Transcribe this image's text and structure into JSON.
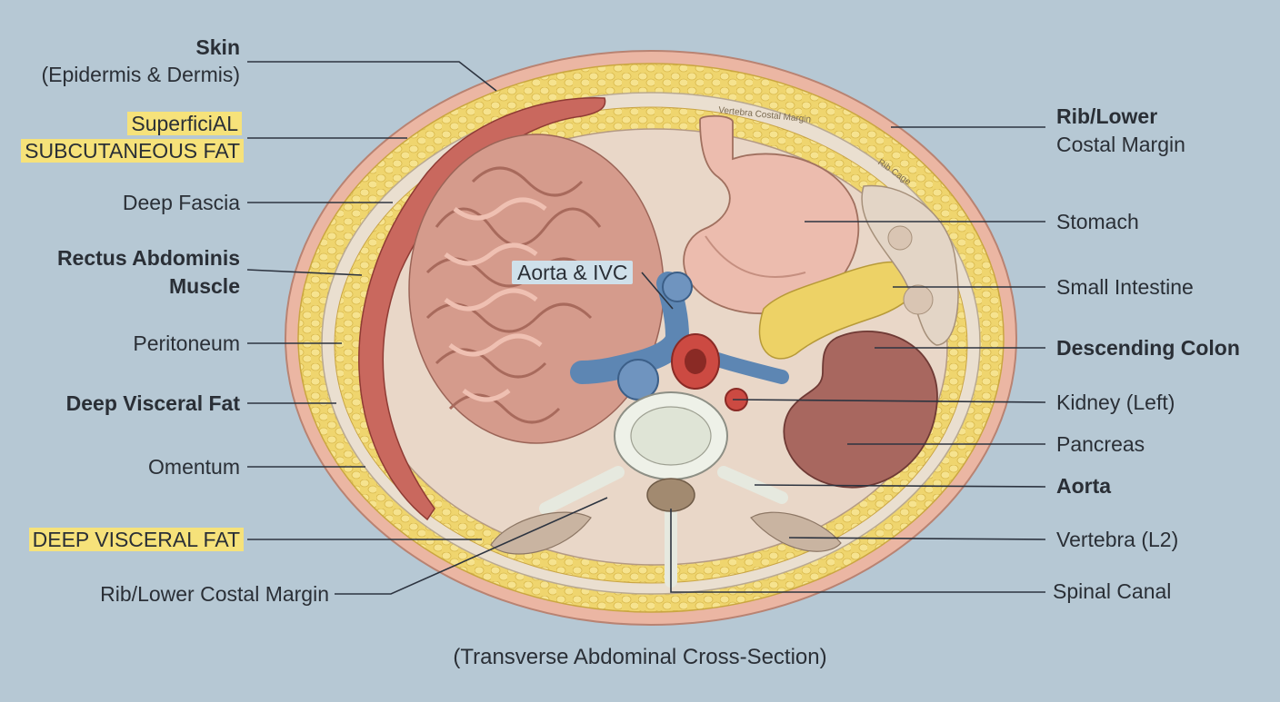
{
  "caption": "(Transverse Abdominal Cross-Section)",
  "inner_labels": {
    "vertebra_costal_margin_band": "Vertebra Costal Margin",
    "rib_cage_band": "Rib Cage"
  },
  "left_labels": [
    {
      "line1": "Skin",
      "line2": "(Epidermis & Dermis)"
    },
    {
      "line1": "SuperficiAL",
      "line2": "SUBCUTANEOUS FAT"
    },
    {
      "line1": "Deep Fascia"
    },
    {
      "line1": "Rectus Abdominis",
      "line2": "Muscle"
    },
    {
      "line1": "Peritoneum"
    },
    {
      "line1": "Deep Visceral Fat"
    },
    {
      "line1": "Omentum"
    },
    {
      "line1": "DEEP VISCERAL FAT"
    },
    {
      "line1": "Rib/Lower Costal Margin"
    }
  ],
  "center_label": "Aorta & IVC",
  "right_labels": [
    {
      "line1": "Rib/Lower",
      "line2": "Costal Margin"
    },
    {
      "line1": "Stomach"
    },
    {
      "line1": "Small Intestine"
    },
    {
      "line1": "Descending Colon"
    },
    {
      "line1": "Kidney (Left)"
    },
    {
      "line1": "Pancreas"
    },
    {
      "line1": "Aorta"
    },
    {
      "line1": "Vertebra (L2)"
    },
    {
      "line1": "Spinal Canal"
    }
  ],
  "colors": {
    "background": "#b6c8d4",
    "skin": "#ebb6a3",
    "fat": "#eed36c",
    "muscle": "#c9685e",
    "intestine": "#dda494",
    "kidney": "#a8675f",
    "aorta": "#cc4a42",
    "ivc": "#5d86b3",
    "bone": "#e9ece4",
    "highlight": "#f6e27a"
  }
}
